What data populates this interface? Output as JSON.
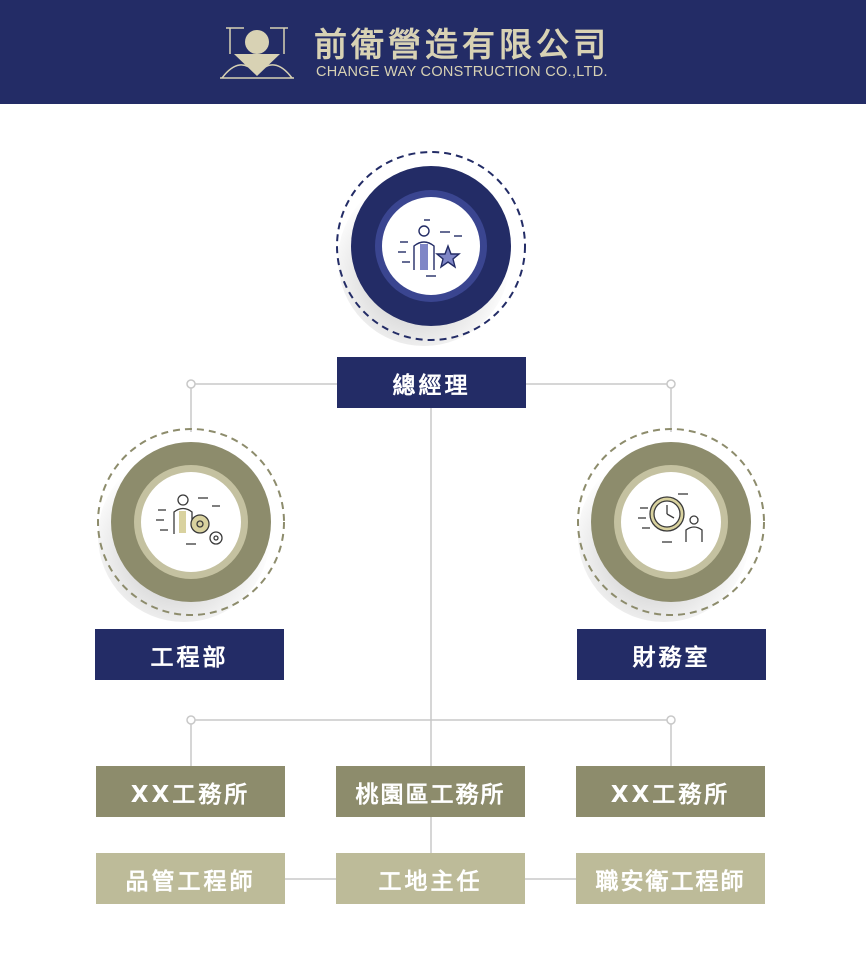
{
  "header": {
    "company_cn": "前衛營造有限公司",
    "company_en": "CHANGE WAY CONSTRUCTION CO.,LTD.",
    "logo_icon": "company-logo"
  },
  "colors": {
    "navy": "#232c66",
    "olive": "#8d8c6c",
    "khaki": "#bdbb99",
    "cream": "#d8d2b4",
    "line": "#c8c8c8"
  },
  "org": {
    "ceo": {
      "label": "總經理",
      "icon": "manager-star-icon"
    },
    "engineering": {
      "label": "工程部",
      "icon": "engineer-gears-icon"
    },
    "finance": {
      "label": "財務室",
      "icon": "clock-person-icon"
    },
    "offices": [
      {
        "label": "XX工務所"
      },
      {
        "label": "桃園區工務所"
      },
      {
        "label": "XX工務所"
      }
    ],
    "staff": [
      {
        "label": "品管工程師"
      },
      {
        "label": "工地主任"
      },
      {
        "label": "職安衛工程師"
      }
    ]
  }
}
